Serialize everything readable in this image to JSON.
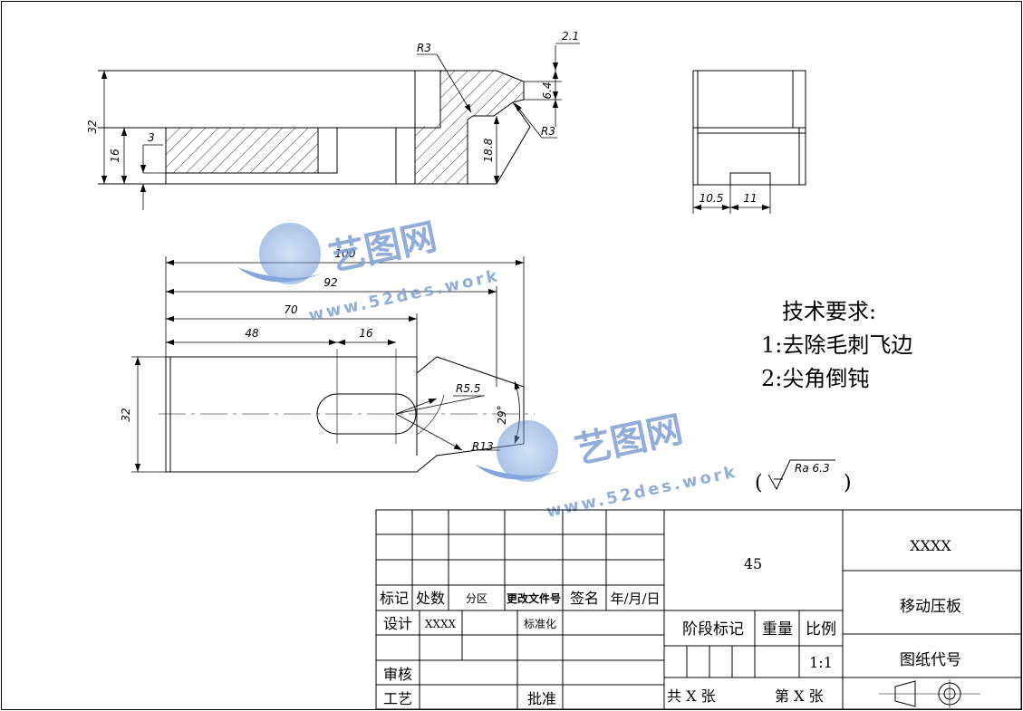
{
  "drawing": {
    "dimensions": {
      "side_view": {
        "height_32": "32",
        "height_16": "16",
        "depth_3": "3",
        "radius_top": "R3",
        "radius_right": "R3",
        "offset_2_1": "2.1",
        "height_6_4": "6.4",
        "height_18_8": "18.8"
      },
      "end_view": {
        "width_10_5": "10.5",
        "width_11": "11"
      },
      "top_view": {
        "length_100": "100",
        "length_92": "92",
        "length_70": "70",
        "length_48": "48",
        "slot_16": "16",
        "height_32": "32",
        "radius_5_5": "R5.5",
        "radius_13": "R13",
        "angle_29": "29°"
      }
    },
    "surface_finish": {
      "roughness": "Ra 6.3",
      "open_paren": "(",
      "close_paren": ")"
    }
  },
  "technical_requirements": {
    "title": "技术要求:",
    "items": [
      "1:去除毛刺飞边",
      "2:尖角倒钝"
    ]
  },
  "watermarks": [
    {
      "brand": "艺图网",
      "url": "www.52des.work"
    },
    {
      "brand": "艺图网",
      "url": "www.52des.work"
    }
  ],
  "title_block": {
    "material": "45",
    "company": "XXXX",
    "part_name": "移动压板",
    "drawing_no_label": "图纸代号",
    "scale": "1:1",
    "stage_mark_label": "阶段标记",
    "weight_label": "重量",
    "scale_label": "比例",
    "sheets_total": "共 X 张",
    "sheet_no": "第 X 张",
    "header_row": {
      "mark": "标记",
      "count": "处数",
      "zone": "分区",
      "change_doc": "更改文件号",
      "signature": "签名",
      "date": "年/月/日"
    },
    "design_label": "设计",
    "designer": "XXXX",
    "standardize_label": "标准化",
    "review_label": "审核",
    "process_label": "工艺",
    "approve_label": "批准"
  }
}
